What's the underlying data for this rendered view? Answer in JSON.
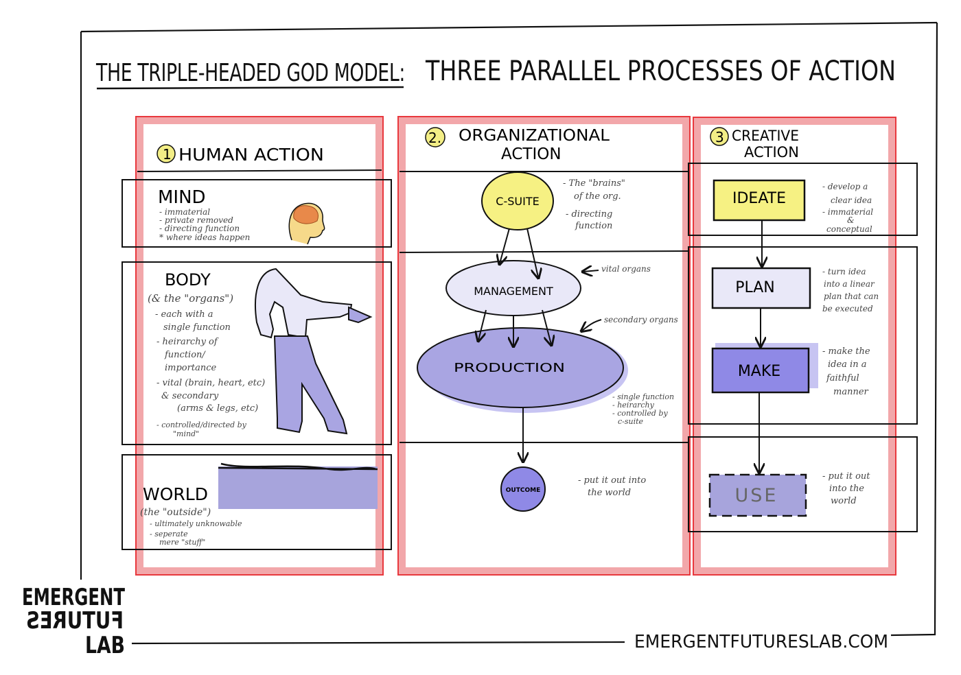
{
  "title": {
    "main": "THE TRIPLE-HEADED GOD MODEL:",
    "sub": "THREE PARALLEL PROCESSES OF ACTION"
  },
  "columns": [
    {
      "number": "1",
      "title": "HUMAN ACTION",
      "mind": {
        "label": "MIND",
        "notes": [
          "- immaterial",
          "- private removed",
          "- directing function",
          "* where ideas happen"
        ]
      },
      "body": {
        "label": "BODY",
        "sublabel": "(& the \"organs\")",
        "notes": [
          "- each with a",
          "single function",
          "- heirarchy of",
          "function/",
          "importance",
          "- vital (brain, heart, etc)",
          "& secondary",
          "(arms & legs, etc)",
          "- controlled/directed by",
          "\"mind\""
        ]
      },
      "world": {
        "label": "WORLD",
        "sublabel": "(the \"outside\")",
        "notes": [
          "- ultimately unknowable",
          "- seperate",
          "mere \"stuff\""
        ]
      }
    },
    {
      "number": "2.",
      "title_line1": "ORGANIZATIONAL",
      "title_line2": "ACTION",
      "nodes": {
        "csuite": "C-SUITE",
        "management": "MANAGEMENT",
        "production": "PRODUCTION",
        "outcome": "OUTCOME"
      },
      "notes": {
        "csuite": [
          "- The \"brains\"",
          "of the org.",
          "- directing",
          "function"
        ],
        "management": [
          "vital organs"
        ],
        "production": [
          "secondary organs"
        ],
        "production_list": [
          "- single function",
          "- heirarchy",
          "- controlled by",
          "c-suite"
        ],
        "outcome": [
          "- put it out into",
          "the world"
        ]
      }
    },
    {
      "number": "3",
      "title_line1": "CREATIVE",
      "title_line2": "ACTION",
      "steps": [
        "IDEATE",
        "PLAN",
        "MAKE",
        "USE"
      ],
      "notes": {
        "ideate": [
          "- develop a",
          "clear idea",
          "- immaterial",
          "&",
          "conceptual"
        ],
        "plan": [
          "- turn idea",
          "into a linear",
          "plan that can",
          "be executed"
        ],
        "make": [
          "- make the",
          "idea in a",
          "faithful",
          "manner"
        ],
        "use": [
          "- put it out",
          "into the",
          "world"
        ]
      }
    }
  ],
  "footer": {
    "logo_lines": [
      "EMERGENT",
      "FUTURES",
      "LAB"
    ],
    "url": "EMERGENTFUTURESLAB.COM"
  },
  "colors": {
    "red_frame": "#e8383d",
    "red_fill": "#f2a7aa",
    "yellow": "#f6f183",
    "yellow_number": "#f3ee86",
    "purple_light": "#e9e8f8",
    "purple_mid": "#a9a5e2",
    "purple_strong": "#8f89e6",
    "use_fill": "#a7a4dc",
    "ink": "#111111"
  }
}
